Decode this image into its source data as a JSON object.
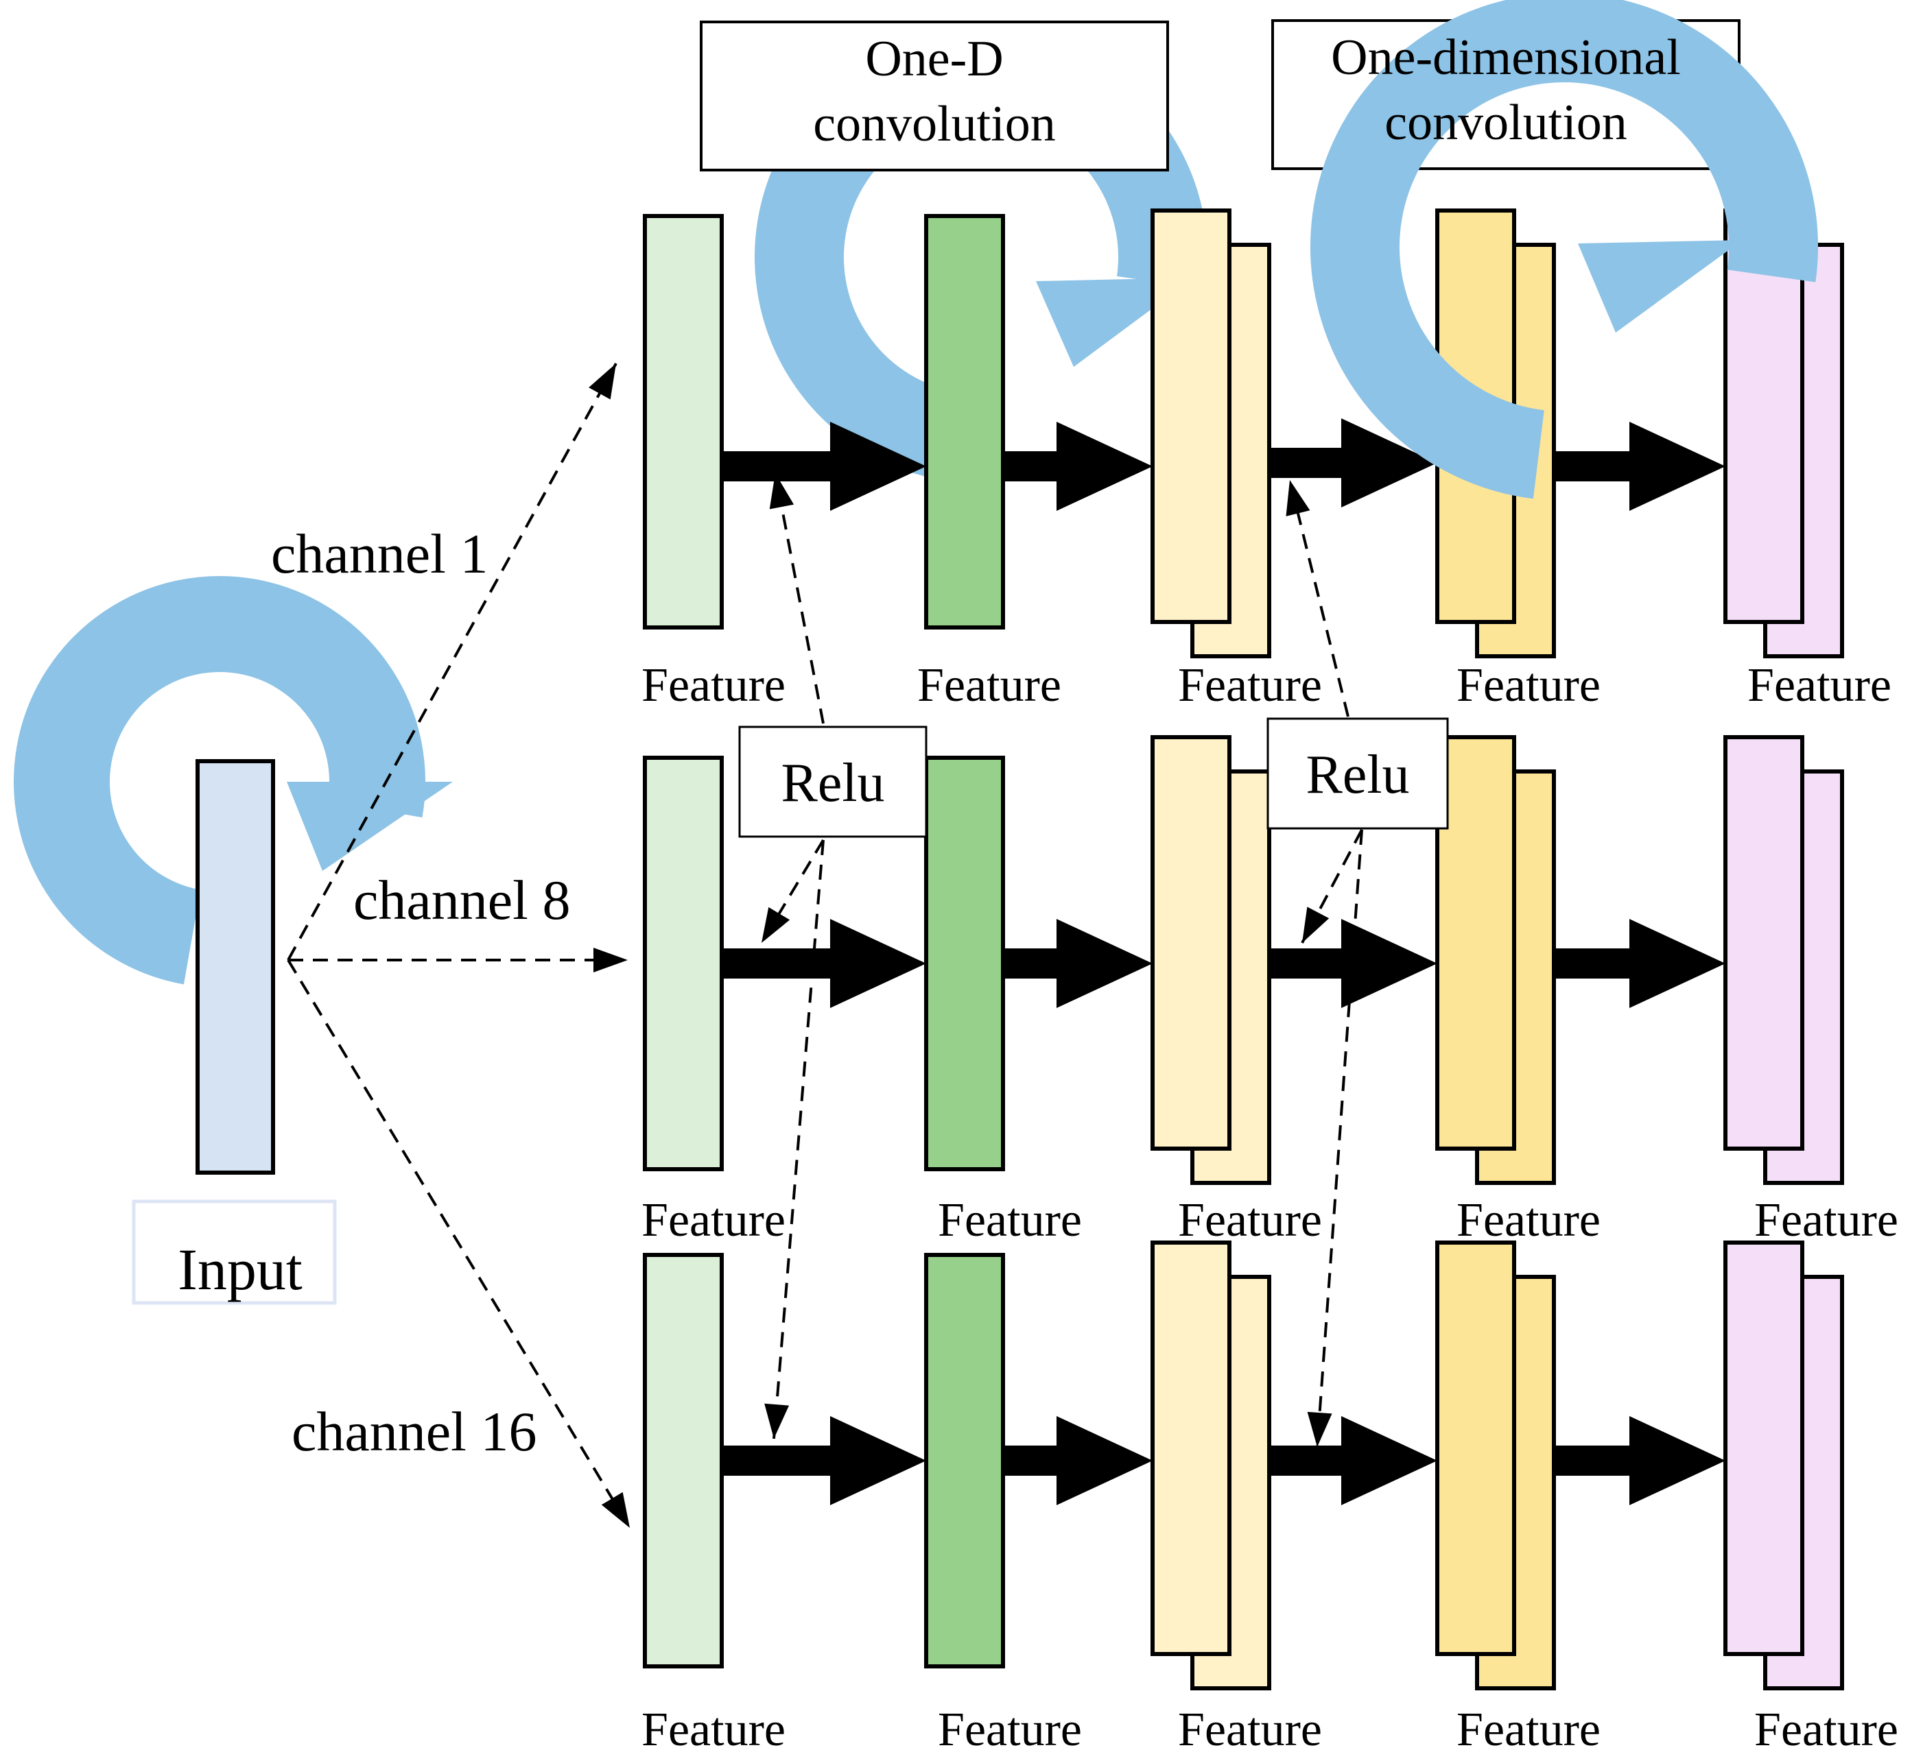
{
  "input": {
    "label": "Input"
  },
  "channels": [
    {
      "label": "channel 1"
    },
    {
      "label": "channel 8"
    },
    {
      "label": "channel 16"
    }
  ],
  "feature_label": "Feature",
  "conv_boxes": [
    {
      "line1": "One-D",
      "line2": "convolution"
    },
    {
      "line1": "One-dimensional",
      "line2": "convolution"
    }
  ],
  "relu_boxes": [
    {
      "label": "Relu"
    },
    {
      "label": "Relu"
    }
  ],
  "colors": {
    "input": "#d6e3f3",
    "stage1": "#dcefd8",
    "stage2": "#96d08a",
    "stage3": "#fff2c8",
    "stage4": "#fde598",
    "stage5": "#f5dff8",
    "curl": "#8dc3e6",
    "arrow": "#000000"
  }
}
